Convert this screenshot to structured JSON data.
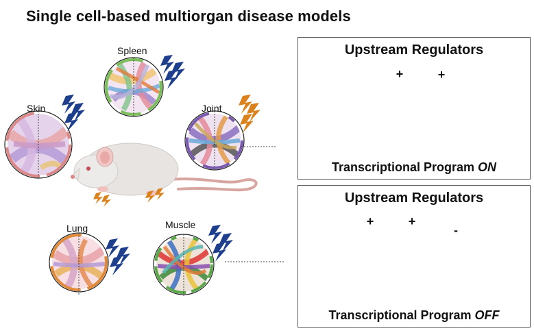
{
  "title": "Single cell-based multiorgan disease models",
  "organs": [
    {
      "key": "spleen",
      "label": "Spleen"
    },
    {
      "key": "skin",
      "label": "Skin"
    },
    {
      "key": "joint",
      "label": "Joint"
    },
    {
      "key": "lung",
      "label": "Lung"
    },
    {
      "key": "muscle",
      "label": "Muscle"
    }
  ],
  "panel_on": {
    "title": "Upstream Regulators",
    "activator_sign": "+",
    "caption_prefix": "Transcriptional Program",
    "caption_state": "ON"
  },
  "panel_off": {
    "title": "Upstream Regulators",
    "activator_sign": "+",
    "repressor_sign": "-",
    "caption_prefix": "Transcriptional Program",
    "caption_state": "OFF"
  },
  "colors": {
    "regulator_fill": "#e6a8ac",
    "regulator_stroke": "#b3262e",
    "repressor_fill": "#b9cde6",
    "repressor_stroke": "#2f5a92",
    "bolt_blue": "#1e3f8c",
    "bolt_orange": "#d9821e",
    "bar_on": "#c8322c",
    "bar_off": "#3a1fd1"
  }
}
